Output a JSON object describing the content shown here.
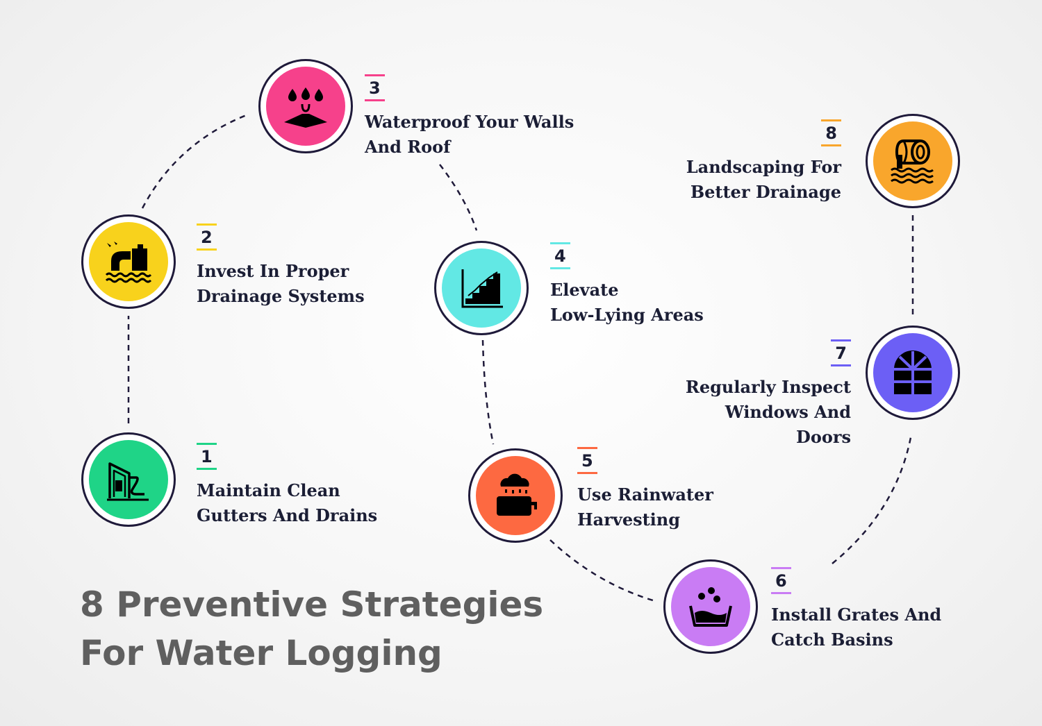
{
  "title": "8 Preventive Strategies\nFor Water Logging",
  "colors": {
    "outline": "#1f1a3a",
    "text": "#1b1e35",
    "title": "#5f5f5f"
  },
  "steps": [
    {
      "number": "1",
      "text": "Maintain Clean\nGutters And Drains",
      "color": "#1fd487",
      "icon": "house-gutter-icon"
    },
    {
      "number": "2",
      "text": "Invest In Proper\nDrainage Systems",
      "color": "#f8d21c",
      "icon": "drain-pipe-icon"
    },
    {
      "number": "3",
      "text": "Waterproof Your Walls\nAnd Roof",
      "color": "#f6418b",
      "icon": "water-drops-icon"
    },
    {
      "number": "4",
      "text": "Elevate\nLow-Lying Areas",
      "color": "#62e8e4",
      "icon": "elevation-steps-icon"
    },
    {
      "number": "5",
      "text": "Use Rainwater\nHarvesting",
      "color": "#fd6941",
      "icon": "rain-tank-icon"
    },
    {
      "number": "6",
      "text": "Install Grates And\nCatch Basins",
      "color": "#c97cf4",
      "icon": "catch-basin-icon"
    },
    {
      "number": "7",
      "text": "Regularly Inspect\nWindows And Doors",
      "color": "#6c5ff5",
      "icon": "window-icon"
    },
    {
      "number": "8",
      "text": "Landscaping For\nBetter Drainage",
      "color": "#f9a62c",
      "icon": "pipe-outlet-icon"
    }
  ]
}
